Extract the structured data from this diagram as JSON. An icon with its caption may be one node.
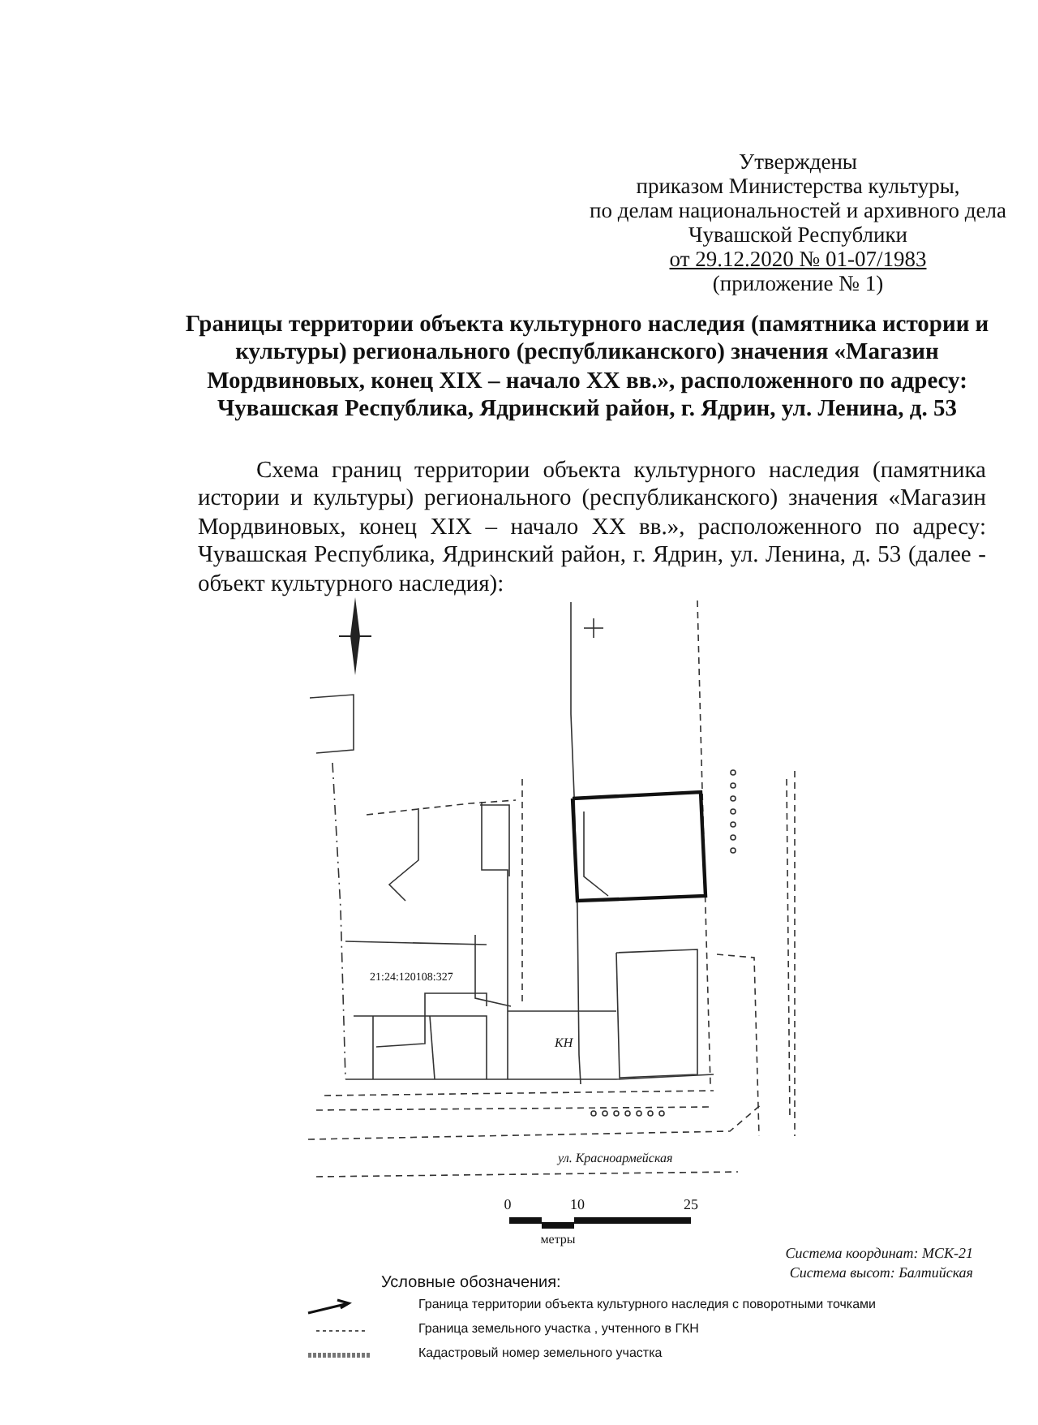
{
  "diagram": {
    "title": "Границы территории объекта культурного наследия (памятника истории и культуры) регионального (республиканского) значения «Магазин Мордвиновых, конец XIX – начало XX вв.», расположенного по адресу: Чувашская Республика, Ядринский район, г. Ядрин, ул. Ленина, д. 53",
    "labels": [
      "Утверждены",
      "приказом Министерства культуры,",
      "по делам национальностей и архивного дела",
      "Чувашской Республики",
      "от 29.12.2020 № 01-07/1983",
      "(приложение № 1)",
      "Схема границ территории объекта культурного наследия (памятника истории и культуры) регионального (республиканского) значения «Магазин Мордвиновых, конец XIX – начало XX вв.», расположенного по адресу: Чувашская Республика, Ядринский район, г. Ядрин, ул. Ленина, д. 53 (далее - объект культурного наследия):",
      "21:24:120108:327",
      "КН",
      "ул. Красноармейская",
      "0",
      "10",
      "25",
      "метры",
      "Система координат: МСК-21",
      "Система высот: Балтийская",
      "Условные обозначения:"
    ],
    "legend": [
      {
        "text": "Граница территории объекта культурного наследия с поворотными точками"
      },
      {
        "text": "Граница земельного участка , учтенного в ГКН"
      },
      {
        "text": "Кадастровый номер земельного участка"
      }
    ]
  }
}
